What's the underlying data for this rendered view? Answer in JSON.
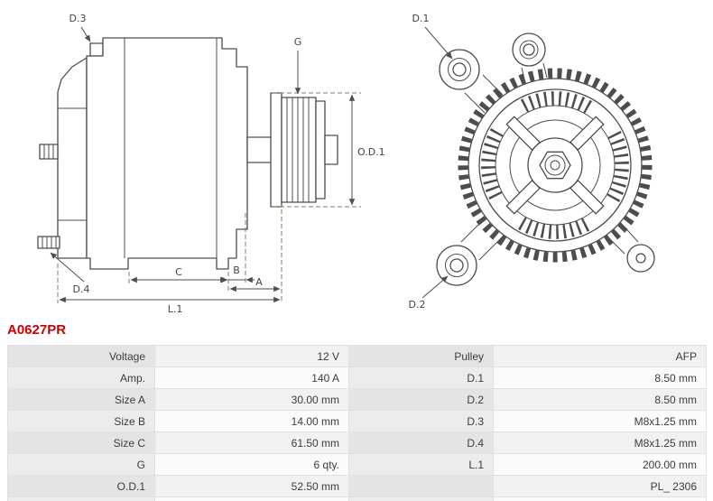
{
  "part_number": "A0627PR",
  "diagram": {
    "labels": {
      "d1": "D.1",
      "d2": "D.2",
      "d3": "D.3",
      "d4": "D.4",
      "g": "G",
      "od1": "O.D.1",
      "a": "A",
      "b": "B",
      "c": "C",
      "l1": "L.1"
    }
  },
  "spec_table": {
    "rows": [
      {
        "label_left": "Voltage",
        "value_left": "12 V",
        "label_right": "Pulley",
        "value_right": "AFP"
      },
      {
        "label_left": "Amp.",
        "value_left": "140 A",
        "label_right": "D.1",
        "value_right": "8.50 mm"
      },
      {
        "label_left": "Size A",
        "value_left": "30.00 mm",
        "label_right": "D.2",
        "value_right": "8.50 mm"
      },
      {
        "label_left": "Size B",
        "value_left": "14.00 mm",
        "label_right": "D.3",
        "value_right": "M8x1.25 mm"
      },
      {
        "label_left": "Size C",
        "value_left": "61.50 mm",
        "label_right": "D.4",
        "value_right": "M8x1.25 mm"
      },
      {
        "label_left": "G",
        "value_left": "6 qty.",
        "label_right": "L.1",
        "value_right": "200.00 mm"
      },
      {
        "label_left": "O.D.1",
        "value_left": "52.50 mm",
        "label_right": "",
        "value_right": "PL_ 2306"
      }
    ]
  },
  "colors": {
    "part_number": "#cc0000",
    "label_cell_bg": "#e6e6e6",
    "value_cell_bg": "#f5f5f5",
    "drawing_stroke": "#4d4d4d",
    "extension_line": "#72805f"
  }
}
